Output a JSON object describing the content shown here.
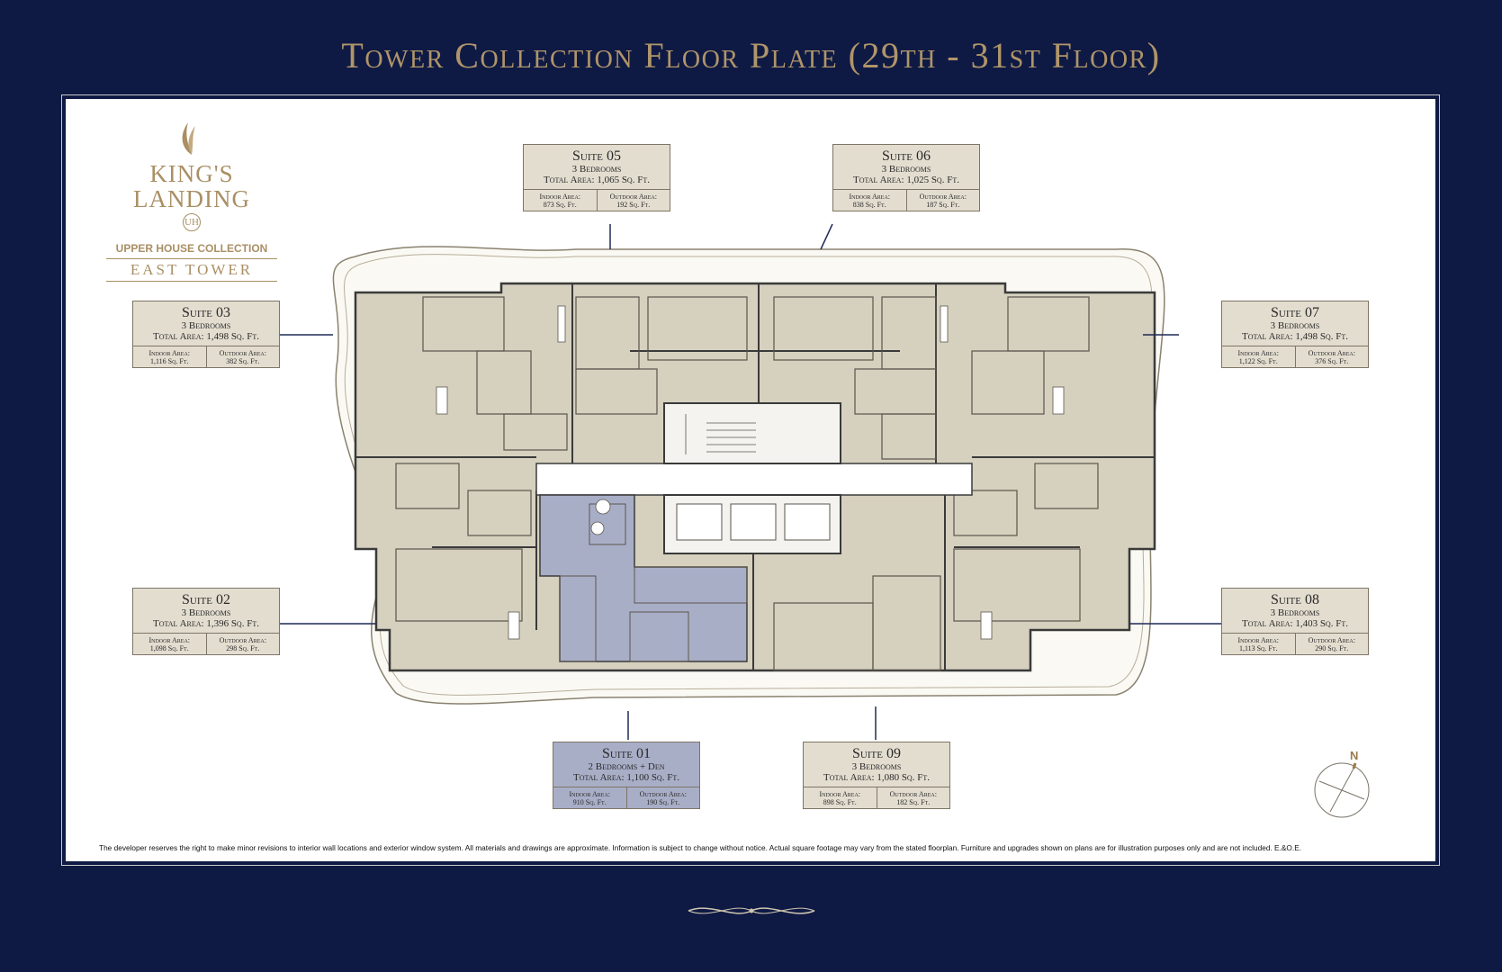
{
  "title": "Tower Collection Floor Plate (29th - 31st Floor)",
  "logo": {
    "line1": "KING'S",
    "line2": "LANDING",
    "monogram": "UH",
    "collection": "UPPER HOUSE COLLECTION",
    "tower": "EAST TOWER"
  },
  "suites": [
    {
      "id": "05",
      "name": "Suite 05",
      "bedrooms": "3 Bedrooms",
      "total": "Total Area: 1,065 Sq. Ft.",
      "indoor_label": "Indoor Area:",
      "indoor": "873 Sq. Ft.",
      "outdoor_label": "Outdoor Area:",
      "outdoor": "192 Sq. Ft."
    },
    {
      "id": "06",
      "name": "Suite 06",
      "bedrooms": "3 Bedrooms",
      "total": "Total Area: 1,025 Sq. Ft.",
      "indoor_label": "Indoor Area:",
      "indoor": "838 Sq. Ft.",
      "outdoor_label": "Outdoor Area:",
      "outdoor": "187 Sq. Ft."
    },
    {
      "id": "03",
      "name": "Suite 03",
      "bedrooms": "3 Bedrooms",
      "total": "Total Area: 1,498 Sq. Ft.",
      "indoor_label": "Indoor Area:",
      "indoor": "1,116 Sq. Ft.",
      "outdoor_label": "Outdoor Area:",
      "outdoor": "382 Sq. Ft."
    },
    {
      "id": "07",
      "name": "Suite 07",
      "bedrooms": "3 Bedrooms",
      "total": "Total Area: 1,498 Sq. Ft.",
      "indoor_label": "Indoor Area:",
      "indoor": "1,122 Sq. Ft.",
      "outdoor_label": "Outdoor Area:",
      "outdoor": "376 Sq. Ft."
    },
    {
      "id": "02",
      "name": "Suite 02",
      "bedrooms": "3 Bedrooms",
      "total": "Total Area: 1,396 Sq. Ft.",
      "indoor_label": "Indoor Area:",
      "indoor": "1,098 Sq. Ft.",
      "outdoor_label": "Outdoor Area:",
      "outdoor": "298 Sq. Ft."
    },
    {
      "id": "08",
      "name": "Suite 08",
      "bedrooms": "3 Bedrooms",
      "total": "Total Area: 1,403 Sq. Ft.",
      "indoor_label": "Indoor Area:",
      "indoor": "1,113 Sq. Ft.",
      "outdoor_label": "Outdoor Area:",
      "outdoor": "290 Sq. Ft."
    },
    {
      "id": "01",
      "name": "Suite 01",
      "bedrooms": "2 Bedrooms + Den",
      "total": "Total Area: 1,100 Sq. Ft.",
      "indoor_label": "Indoor Area:",
      "indoor": "910 Sq. Ft.",
      "outdoor_label": "Outdoor Area:",
      "outdoor": "190 Sq. Ft.",
      "highlighted": true
    },
    {
      "id": "09",
      "name": "Suite 09",
      "bedrooms": "3 Bedrooms",
      "total": "Total Area: 1,080 Sq. Ft.",
      "indoor_label": "Indoor Area:",
      "indoor": "898 Sq. Ft.",
      "outdoor_label": "Outdoor Area:",
      "outdoor": "182 Sq. Ft."
    }
  ],
  "compass": {
    "label": "N"
  },
  "disclaimer": "The developer reserves the right to make minor revisions to interior wall locations and exterior window system. All materials and drawings are approximate. Information is subject to change without notice. Actual square footage may vary from the stated floorplan. Furniture and upgrades shown on plans are for illustration purposes only and are not included. E.&O.E.",
  "colors": {
    "background": "#0f1a44",
    "gold": "#b0956a",
    "suite_fill": "#d6d0bf",
    "highlight_fill": "#a9aec7"
  }
}
